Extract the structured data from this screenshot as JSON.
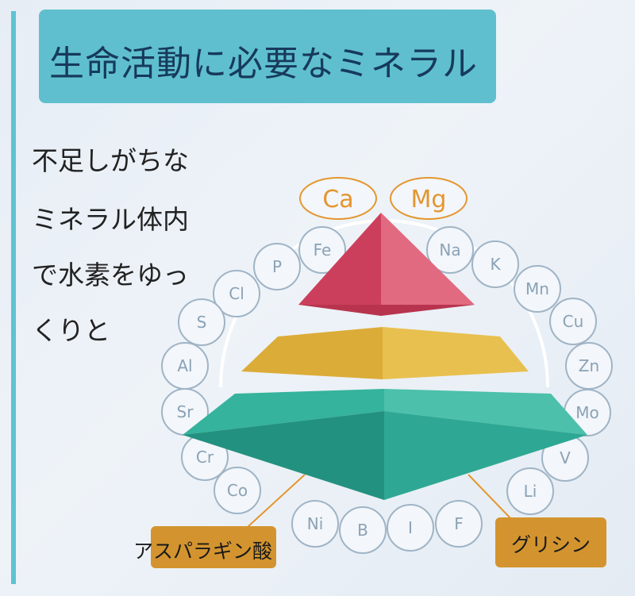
{
  "title": "生命活動に必要なミネラル",
  "body_lines": [
    "不足しがちな",
    "ミネラル体内",
    "で水素をゆっ",
    "くりと"
  ],
  "highlight_elements": [
    "Ca",
    "Mg"
  ],
  "elements": [
    "Fe",
    "P",
    "Cl",
    "S",
    "Al",
    "Sr",
    "Cr",
    "Co",
    "Ni",
    "B",
    "I",
    "F",
    "Li",
    "V",
    "Mo",
    "Zn",
    "Cu",
    "Mn",
    "K",
    "Na"
  ],
  "labels": {
    "left": "アスパラギン酸",
    "right": "グリシン"
  },
  "colors": {
    "accent": "#5fbfce",
    "pyramid_top": "#d9506a",
    "pyramid_mid": "#e4b843",
    "pyramid_bottom": "#2ea894",
    "highlight": "#e3962f",
    "circle_stroke": "#9fb4c6",
    "label_box": "#d3942f"
  }
}
